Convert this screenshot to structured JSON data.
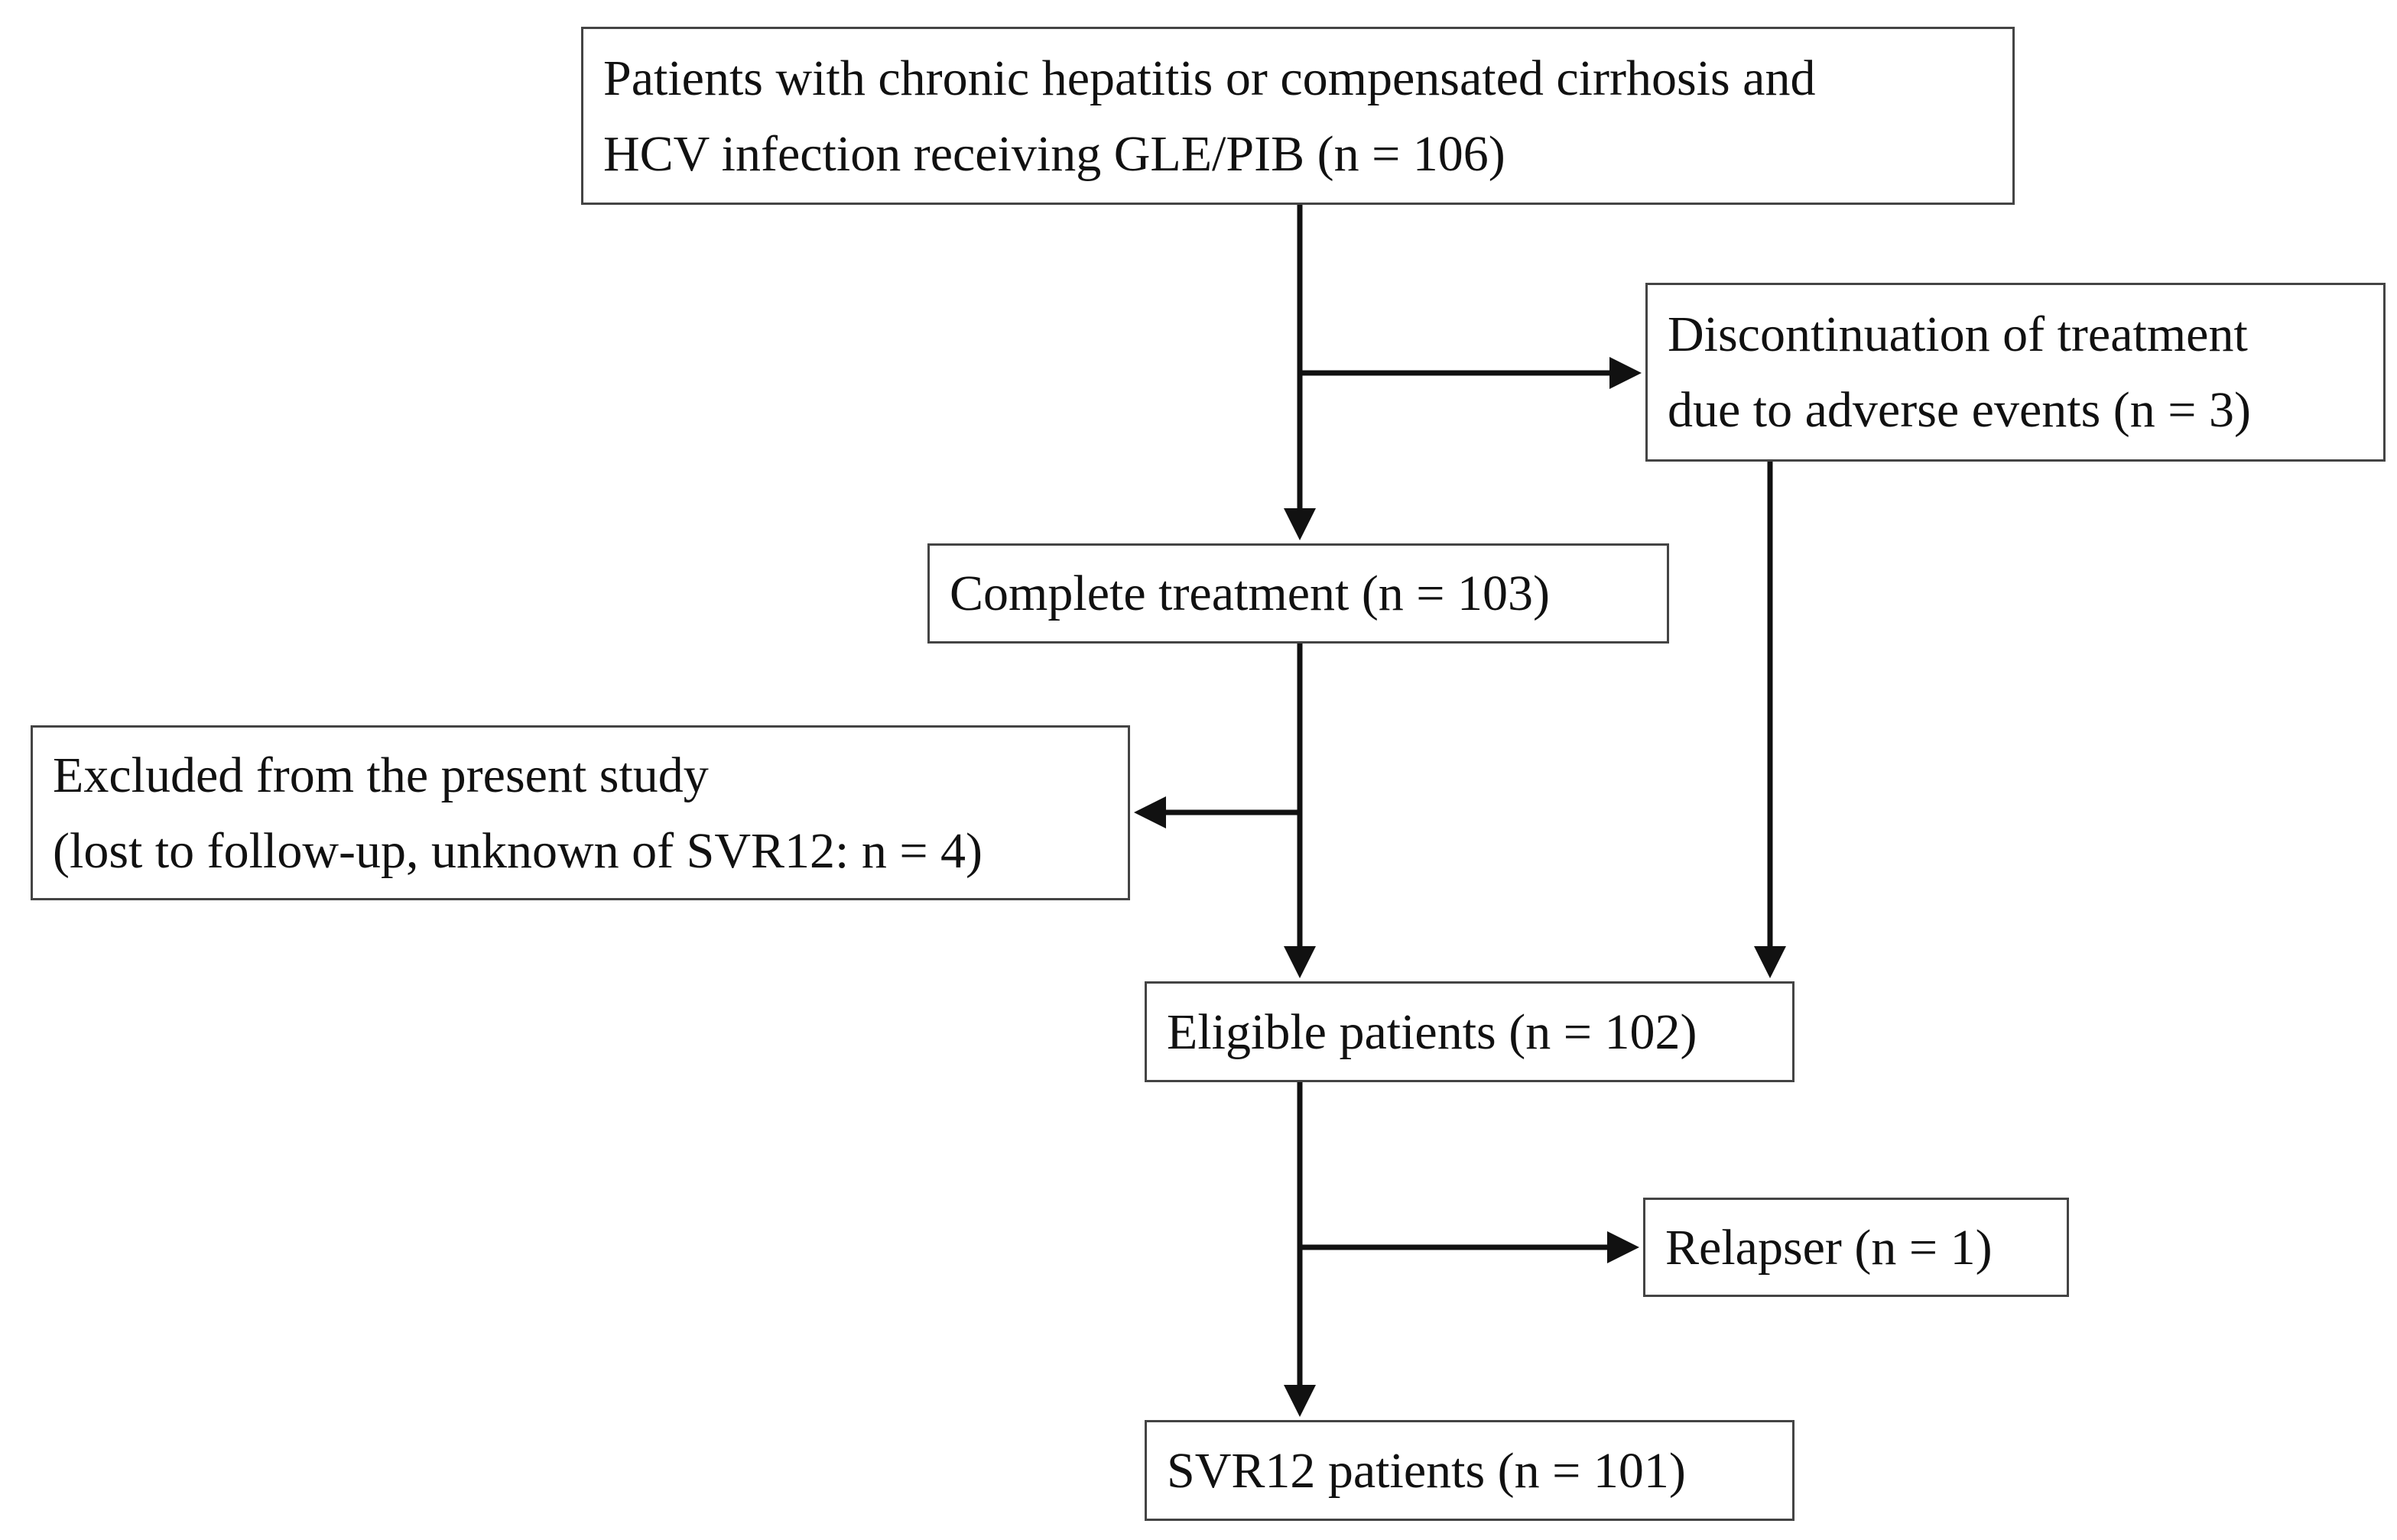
{
  "flowchart": {
    "enrolled": {
      "line1": "Patients with chronic hepatitis or compensated cirrhosis and",
      "line2": "HCV infection receiving GLE/PIB (n = 106)"
    },
    "discontinued": {
      "line1": "Discontinuation of treatment",
      "line2": "due to adverse events (n = 3)"
    },
    "complete": {
      "line1": "Complete treatment (n = 103)"
    },
    "excluded": {
      "line1": "Excluded from the present study",
      "line2": "(lost to follow-up, unknown of SVR12: n = 4)"
    },
    "eligible": {
      "line1": "Eligible patients (n = 102)"
    },
    "relapser": {
      "line1": "Relapser (n = 1)"
    },
    "svr12": {
      "line1": "SVR12 patients (n = 101)"
    }
  }
}
